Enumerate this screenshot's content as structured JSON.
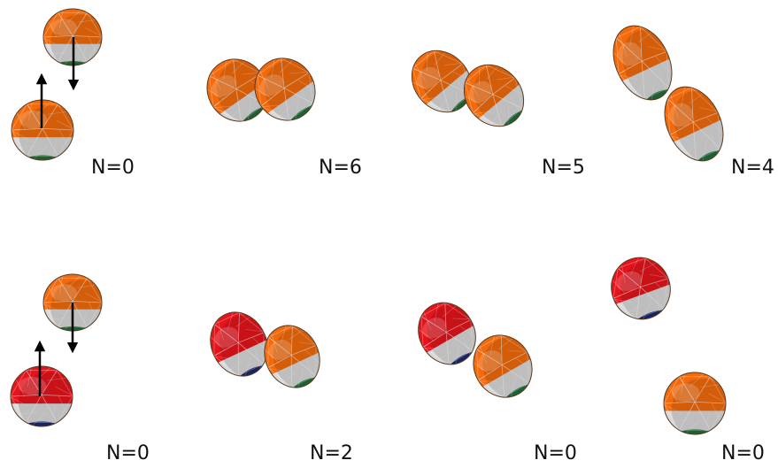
{
  "colors": {
    "orange": "#f26a0c",
    "red": "#e5141c",
    "white": "#d9d9d9",
    "green": "#1f6f3a",
    "navy": "#1c2a6e",
    "edge": "#5a3a20",
    "arrow": "#000000"
  },
  "rows": [
    {
      "name": "top",
      "panels": [
        {
          "label": "N=0",
          "kind": "orange-pair"
        },
        {
          "label": "N=6",
          "kind": "orange-pair"
        },
        {
          "label": "N=5",
          "kind": "orange-pair"
        },
        {
          "label": "N=4",
          "kind": "orange-pair"
        }
      ]
    },
    {
      "name": "bottom",
      "panels": [
        {
          "label": "N=0",
          "kind": "orange-red-pair"
        },
        {
          "label": "N=2",
          "kind": "red-orange-pair"
        },
        {
          "label": "N=0",
          "kind": "red-orange-pair"
        },
        {
          "label": "N=0",
          "kind": "red-orange-pair"
        }
      ]
    }
  ]
}
